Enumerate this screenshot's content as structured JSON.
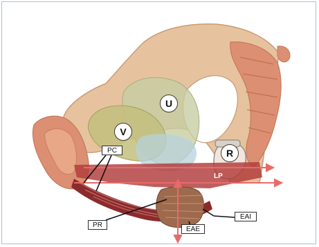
{
  "organs": {
    "uterus": "U",
    "vagina": "V",
    "rectum": "R"
  },
  "labels": {
    "pc": "PC",
    "pr": "PR",
    "lp": "LP",
    "eae": "EAE",
    "eai": "EAI"
  },
  "colors": {
    "bone": "#e6c39e",
    "bone_edge": "#c99a74",
    "muscle": "#b13a3a",
    "arrow": "#e86a6a",
    "organ_u": "#c7cda2",
    "organ_v": "#c2c07c",
    "organ_blue": "#b7d2dc"
  }
}
